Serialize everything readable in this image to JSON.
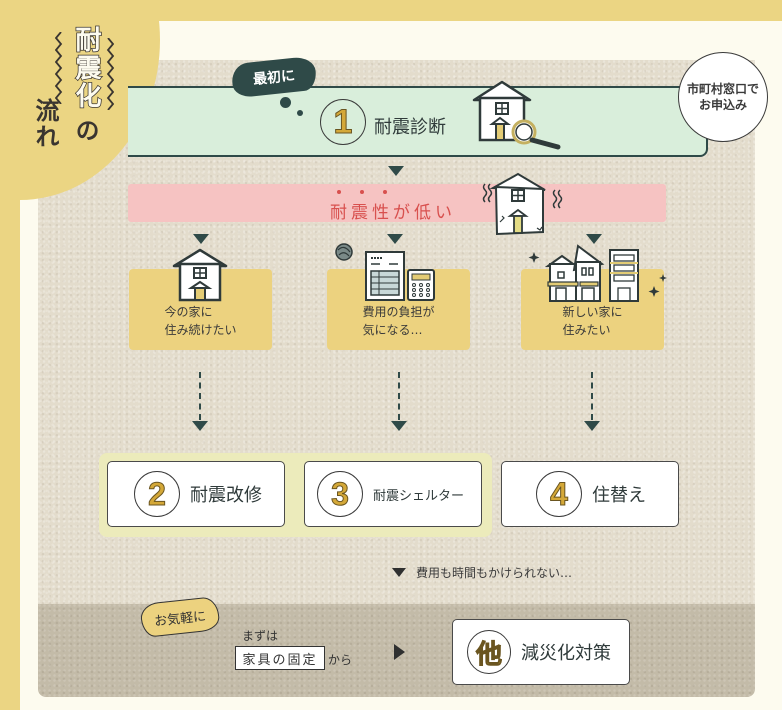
{
  "title": {
    "main": "耐震化",
    "particle": "の",
    "sub": "流れ"
  },
  "step1": {
    "bubble_label": "最初に",
    "number": "1",
    "label": "耐震診断",
    "apply_note_line1": "市町村窓口で",
    "apply_note_line2": "お申込み",
    "icon": "house-magnifier-icon"
  },
  "low_resistance": {
    "label": "耐震性が低い",
    "emphasis_dots": 3,
    "icon": "shaking-house-icon"
  },
  "choices": [
    {
      "line1": "今の家に",
      "line2": "住み続けたい",
      "icon": "house-icon"
    },
    {
      "line1": "費用の負担が",
      "line2": "気になる…",
      "icon": "bill-calculator-icon"
    },
    {
      "line1": "新しい家に",
      "line2": "住みたい",
      "icon": "new-houses-icon"
    }
  ],
  "options": [
    {
      "number": "2",
      "label": "耐震改修"
    },
    {
      "number": "3",
      "label": "耐震シェルター"
    },
    {
      "number": "4",
      "label": "住替え"
    }
  ],
  "note": {
    "label": "費用も時間もかけられない…"
  },
  "easy": {
    "bubble_label": "お気軽に",
    "first_text": "まずは",
    "furniture_label": "家具の固定",
    "from_text": "から",
    "other_number": "他",
    "other_label": "減災化対策"
  },
  "colors": {
    "yellow": "#ebd583",
    "mint": "#d9eedb",
    "pink": "#f6c3c2",
    "red_text": "#d8504e",
    "dark_teal": "#2f4a48",
    "gold_number": "#d4a838",
    "panel_beige": "#e3dccc",
    "panel_bottom": "#c3bba8"
  }
}
